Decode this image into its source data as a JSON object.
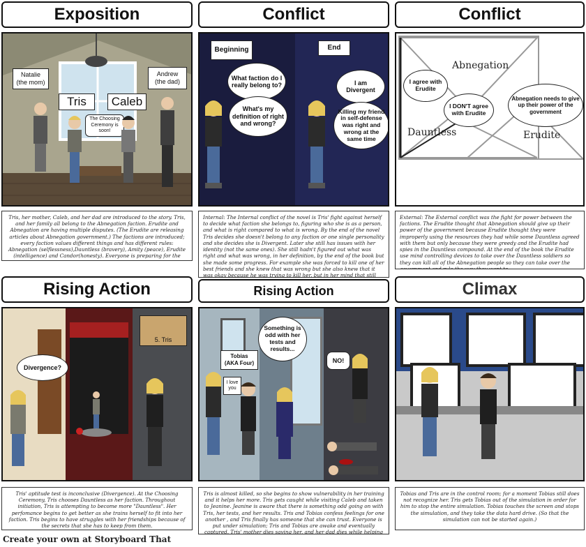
{
  "row1": {
    "titles": [
      "Exposition",
      "Conflict",
      "Conflict"
    ],
    "exposition": {
      "labels": {
        "natalie": "Natalie\n(the mom)",
        "andrew": "Andrew\n(the dad)",
        "tris": "Tris",
        "caleb": "Caleb"
      },
      "speech": "The Choosing Ceremony is soon!",
      "text": "Tris, her mother, Caleb, and her dad are introduced to the story. Tris, and her family all belong to the Abnegation faction. Erudite and Abnegation are having multiple disputes. (The Erudite are releasing articles about Abnegation government.) The factions are introduced; every faction values different things and has different rules: Abnegation (selflessness),Dauntless (bravery), Amity (peace), Erudite (intelligence) and Candor(honesty). Everyone is preparing for the Choosing Ceremony."
    },
    "conflict1": {
      "beginning": "Beginning",
      "end": "End",
      "q1": "What faction do I really belong to?",
      "q2": "What's my definition of right and wrong?",
      "a1": "I am Divergent",
      "a2": "Killing my friend in self-defense was right and wrong at the same time",
      "text": "Internal: The Internal conflict of the novel is Tris' fight against herself to decide what faction she belongs to, figuring who she is as a person, and what is right compared to what is wrong. By the end of the novel Tris decides she doesn't belong to any faction or one single personality and she decides she is Divergent. Later she still has issues with her identity (not the same ones). She still hadn't figured out what was right and what was wrong, in her definition, by the end of the book but she made some progress. For example she was forced to kill one of her best friends and she knew that was wrong but she also knew that it was okay because he was trying to kill her, but in her mind that still didn't make it right."
    },
    "conflict2": {
      "abnegation": "Abnegation",
      "dauntless": "Dauntless",
      "erudite": "Erudite",
      "b1": "I agree with Erudite",
      "b2": "I DON'T agree with Erudite",
      "b3": "Abnegation needs to give up their power of the government",
      "text": "External: The External conflict was the fight for power between the factions. The Erudite thought that Abnegation should give up their power of the government because Erudite thought they were improperly using the resources they had while some Dauntless agreed with them but only because they were greedy and the Erudite had spies in the Dauntless compound. At the end of the book the Erudite use mind controlling devices to take over the Dauntless soldiers so they can kill all of the Abnegation people so they can take over the government and rule the way they want to."
    }
  },
  "row2": {
    "titles": [
      "Rising Action",
      "Rising Action",
      "Climax"
    ],
    "rising1": {
      "bubble": "Divergence?",
      "sign": "5. Tris",
      "text": "Tris' aptitude test is inconclusive (Divergence). At the Choosing Ceremony, Tris chooses Dauntless as her faction. Throughout initiation, Tris is attempting to become more \"Dauntless\". Her perfomance begins to get better as she trains herself to fit into her faction. Tris begins to have struggles with her friendships because of the secrets that she has to keep from them."
    },
    "rising2": {
      "tobias": "Tobias\n(AKA Four)",
      "love": "I love you",
      "bubble1": "Something is odd with her tests and results...",
      "bubble2": "NO!",
      "text": "Tris is almost killed, so she begins to show vulnerability in her training and it helps her more. Tris gets caught while visiting Caleb and taken to Jeanine. Jeanine is aware that there is something odd going on with Tris, her tests, and her results. Tris and Tobias confess feelings for one another , and Tris finally has someone that she can trust. Everyone is put under simulation; Tris and Tobias are awake and eventually captured. Tris' mother dies saving her, and her dad dies while helping her."
    },
    "climax": {
      "text": "Tobias and Tris are in the control room; for a moment Tobias still does not recognize her. Tris gets Tobias out of the simulation in order for him to stop the entire simulation. Tobias touches the screen and stops the simulation, and they take the data hard drive. (So that the simulation can not be started again.)"
    }
  },
  "footer": "Create your own at Storyboard That"
}
